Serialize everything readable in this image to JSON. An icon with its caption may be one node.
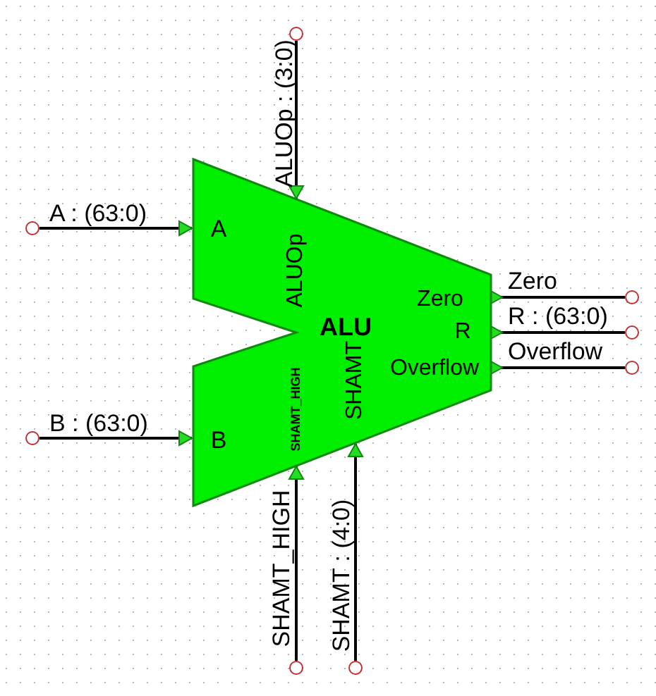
{
  "diagram": {
    "nodes": [
      {
        "text": [],
        "shape": "circle"
      },
      {
        "text": [],
        "shape": "circle"
      },
      {
        "text": [
          "ALU",
          "A",
          "ALUOp",
          "B",
          "SHAMT_HIGH",
          "SHAMT",
          "Zero",
          "R",
          "Overflow"
        ]
      },
      {
        "text": [],
        "shape": "circle"
      },
      {
        "text": [],
        "shape": "circle"
      },
      {
        "text": [],
        "shape": "circle"
      },
      {
        "text": [],
        "shape": "circle"
      },
      {
        "text": [],
        "shape": "circle"
      },
      {
        "text": [],
        "shape": "circle"
      }
    ],
    "edges": [
      {
        "from": 0,
        "to": 2,
        "arrow": "to",
        "label": "ALUOp : (3:0)"
      },
      {
        "from": 1,
        "to": 2,
        "arrow": "to",
        "label": "A : (63:0)"
      },
      {
        "from": 3,
        "to": 2,
        "arrow": "other",
        "label": "Zero"
      },
      {
        "from": 4,
        "to": 2,
        "arrow": "other",
        "label": "R : (63:0)"
      },
      {
        "from": 5,
        "to": 2,
        "arrow": "other",
        "label": "Overflow"
      },
      {
        "from": 6,
        "to": 2,
        "arrow": "to",
        "label": "B : (63:0)"
      },
      {
        "from": 7,
        "to": 2,
        "arrow": "to",
        "label": "SHAMT_HIGH"
      },
      {
        "from": 8,
        "to": 2,
        "arrow": "to",
        "label": "SHAMT : (4:0)"
      }
    ]
  }
}
